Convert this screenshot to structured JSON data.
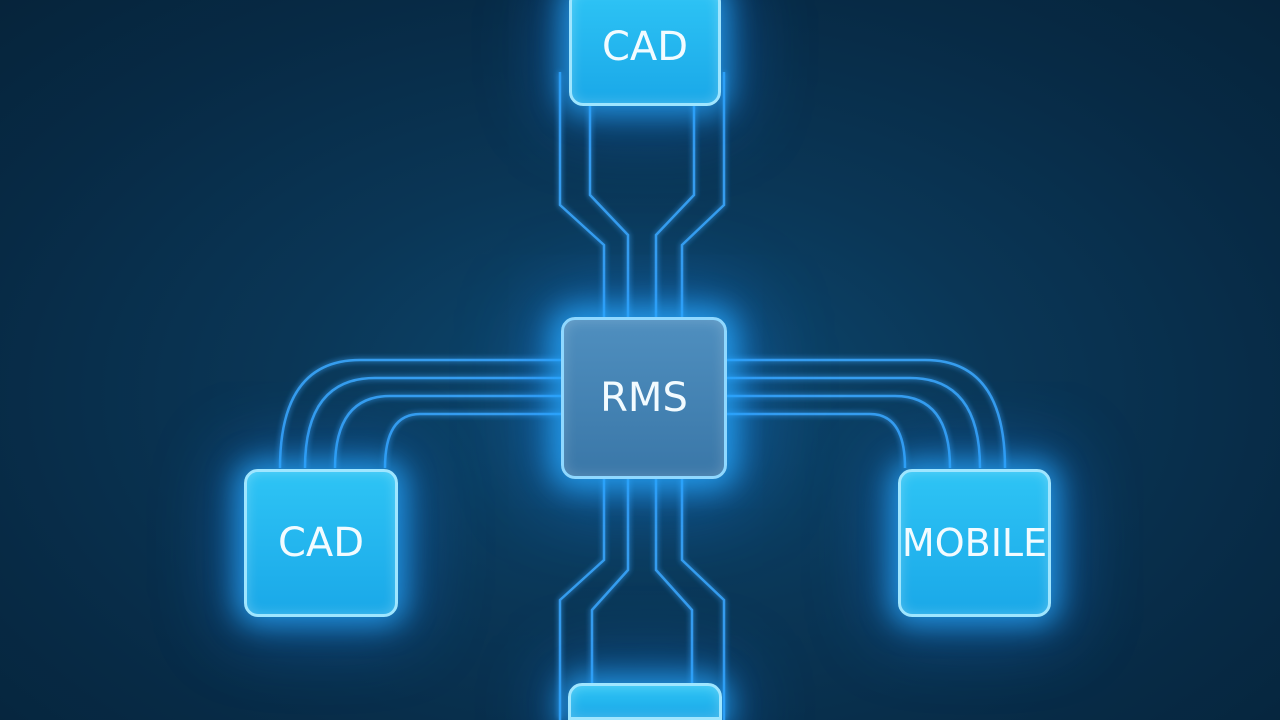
{
  "hub": {
    "label": "RMS"
  },
  "nodes": {
    "top": {
      "label": "CAD"
    },
    "left": {
      "label": "CAD"
    },
    "right": {
      "label": "MOBILE"
    },
    "bottom": {
      "label": ""
    }
  },
  "colors": {
    "background": "#0a3656",
    "node_fill": "#22b4ee",
    "hub_fill": "#4583b3",
    "connector": "#3aa8ff",
    "glow": "#28aaff"
  }
}
